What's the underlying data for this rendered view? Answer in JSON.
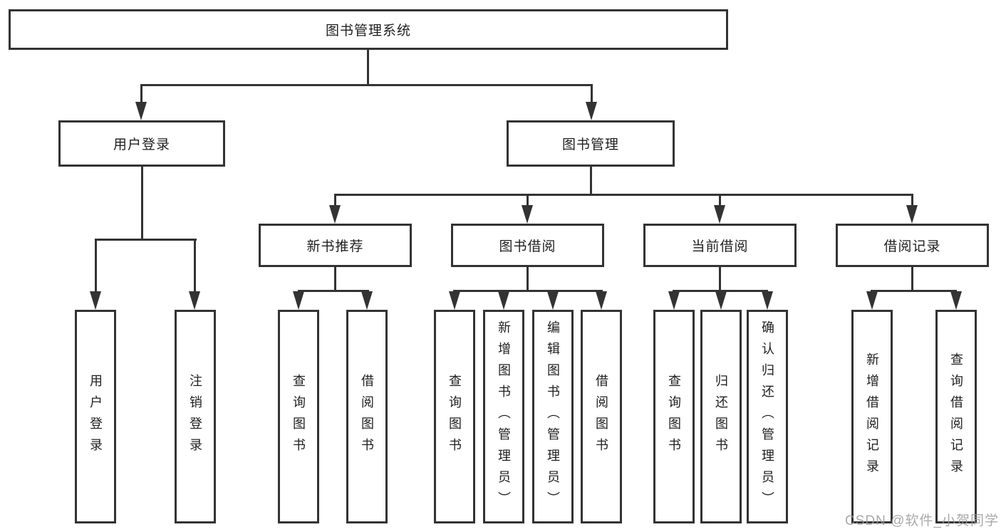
{
  "diagram": {
    "root": {
      "label": "图书管理系统"
    },
    "branches": [
      {
        "label": "用户登录",
        "children": [
          {
            "label": "用户登录"
          },
          {
            "label": "注销登录"
          }
        ]
      },
      {
        "label": "图书管理",
        "children": [
          {
            "label": "新书推荐",
            "children": [
              {
                "label": "查询图书"
              },
              {
                "label": "借阅图书"
              }
            ]
          },
          {
            "label": "图书借阅",
            "children": [
              {
                "label": "查询图书"
              },
              {
                "label": "新增图书（管理员）"
              },
              {
                "label": "编辑图书（管理员）"
              },
              {
                "label": "借阅图书"
              }
            ]
          },
          {
            "label": "当前借阅",
            "children": [
              {
                "label": "查询图书"
              },
              {
                "label": "归还图书"
              },
              {
                "label": "确认归还（管理员）"
              }
            ]
          },
          {
            "label": "借阅记录",
            "children": [
              {
                "label": "新增借阅记录"
              },
              {
                "label": "查询借阅记录"
              }
            ]
          }
        ]
      }
    ]
  },
  "watermark": {
    "text": "CSDN @软件_小贺同学"
  },
  "colors": {
    "line": "#333333",
    "text": "#1f1f1f",
    "watermark": "#9b9b9b",
    "background": "#ffffff"
  }
}
